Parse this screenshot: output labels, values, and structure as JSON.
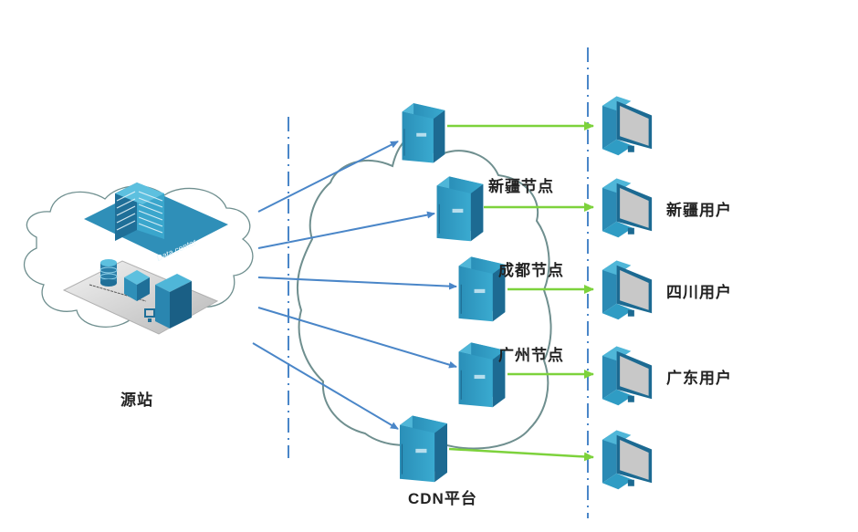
{
  "colors": {
    "flow_in": "#4a86c8",
    "flow_out": "#7dd23c",
    "divider": "#4a86c8",
    "cloud_stroke": "#6f8f8f",
    "server_front": "#2f9cc4",
    "server_side": "#1f6f98",
    "server_top": "#4fb6d8"
  },
  "origin": {
    "label": "源站",
    "building_tag": "Data center"
  },
  "cdn": {
    "platform_label": "CDN平台",
    "nodes": [
      {
        "id": "node-top",
        "label": ""
      },
      {
        "id": "node-xinjiang",
        "label": "新疆节点"
      },
      {
        "id": "node-chengdu",
        "label": "成都节点"
      },
      {
        "id": "node-guangzhou",
        "label": "广州节点"
      },
      {
        "id": "node-platform",
        "label": ""
      }
    ]
  },
  "users": [
    {
      "id": "user-1",
      "label": ""
    },
    {
      "id": "user-xinjiang",
      "label": "新疆用户"
    },
    {
      "id": "user-sichuan",
      "label": "四川用户"
    },
    {
      "id": "user-guangdong",
      "label": "广东用户"
    },
    {
      "id": "user-5",
      "label": ""
    }
  ]
}
